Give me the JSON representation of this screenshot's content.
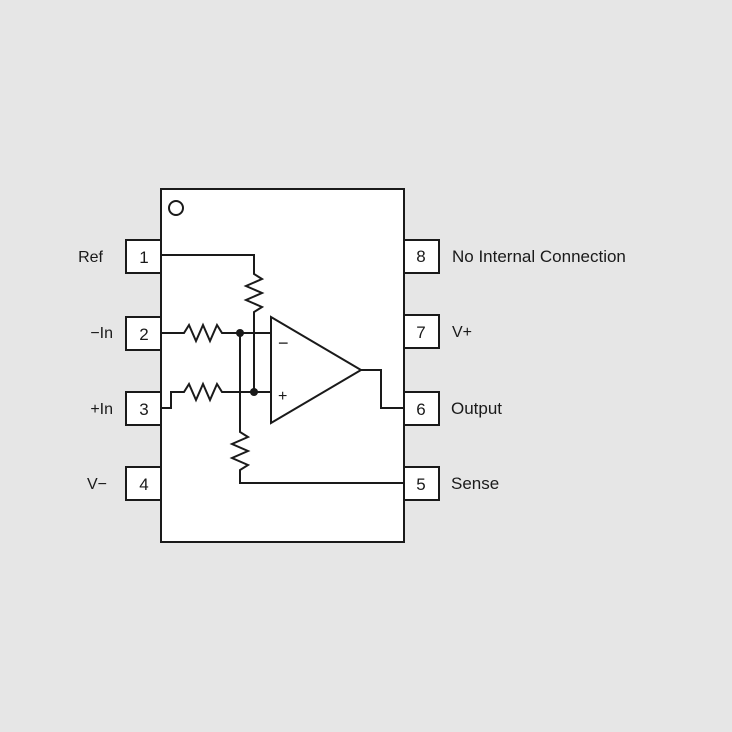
{
  "pins_left": [
    {
      "number": "1",
      "label": "Ref"
    },
    {
      "number": "2",
      "label": "−In"
    },
    {
      "number": "3",
      "label": "+In"
    },
    {
      "number": "4",
      "label": "V−"
    }
  ],
  "pins_right": [
    {
      "number": "8",
      "label": "No Internal Connection"
    },
    {
      "number": "7",
      "label": "V+"
    },
    {
      "number": "6",
      "label": "Output"
    },
    {
      "number": "5",
      "label": "Sense"
    }
  ],
  "opamp": {
    "inverting_symbol": "−",
    "noninverting_symbol": "+"
  },
  "colors": {
    "background": "#e6e6e6",
    "line": "#1a1a1a",
    "fill": "#ffffff"
  }
}
